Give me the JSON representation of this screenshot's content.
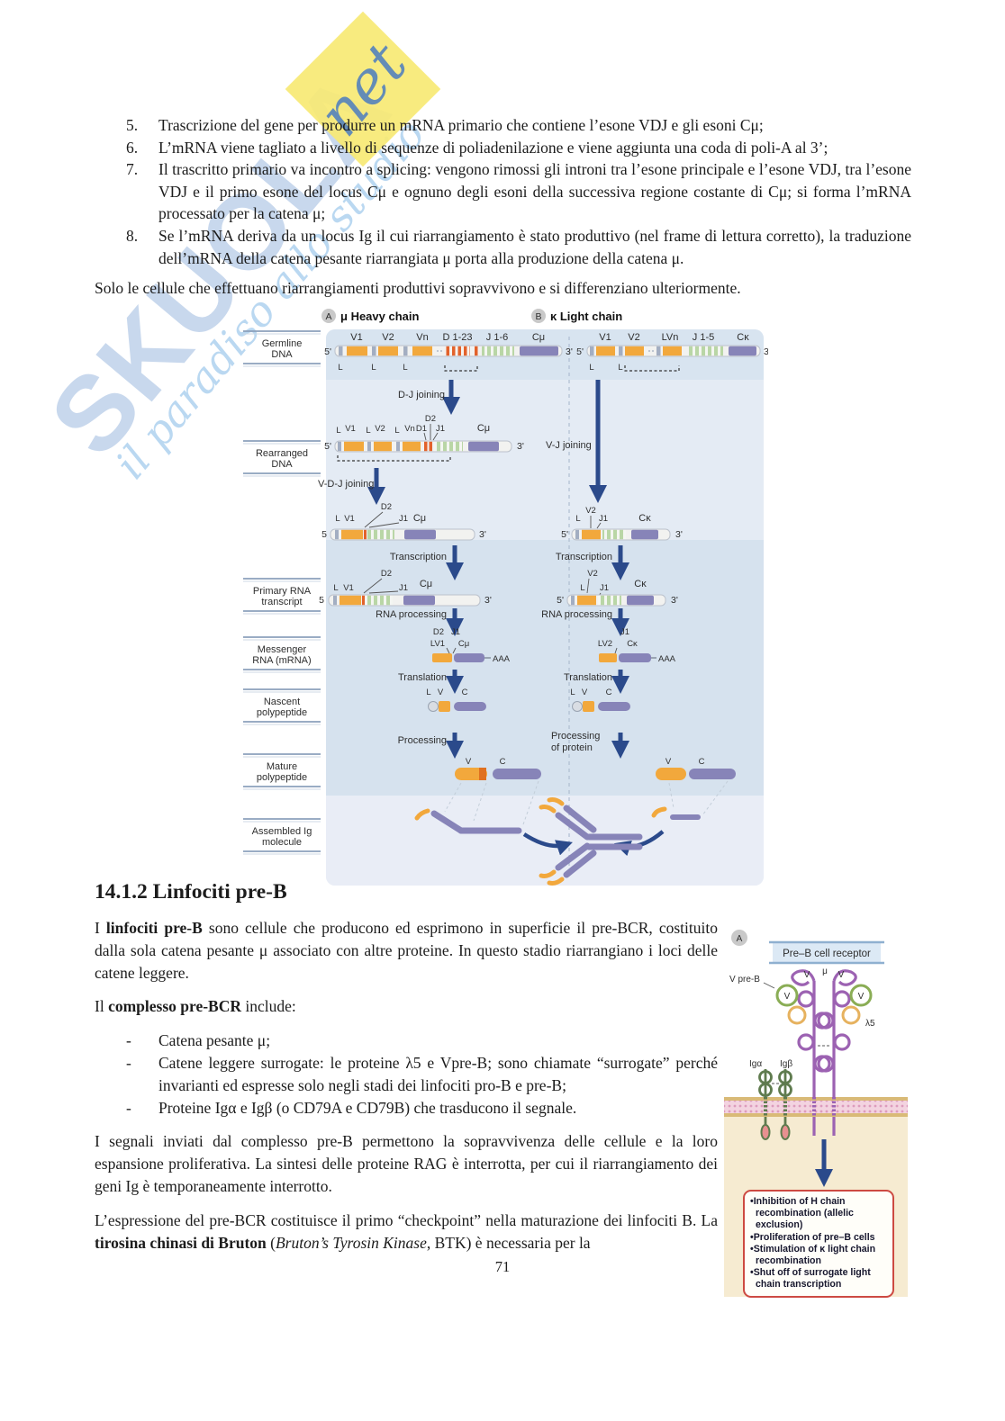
{
  "page": {
    "number": "71"
  },
  "watermark": {
    "brand": "SKUOLA",
    "net": "net",
    "tagline": "il paradiso allo studio"
  },
  "list": {
    "items": [
      {
        "num": "5.",
        "text": "Trascrizione del gene per produrre un mRNA primario che contiene l’esone VDJ e gli esoni Cμ;"
      },
      {
        "num": "6.",
        "text": "L’mRNA viene tagliato a livello di sequenze di poliadenilazione e viene aggiunta una coda di poli-A al 3’;"
      },
      {
        "num": "7.",
        "text": "Il trascritto primario va incontro a splicing: vengono rimossi gli introni tra l’esone principale e l’esone VDJ, tra l’esone VDJ e il primo esone del locus Cμ e ognuno degli esoni della successiva regione costante di Cμ; si forma l’mRNA processato per la catena μ;"
      },
      {
        "num": "8.",
        "text": "Se l’mRNA deriva da un locus Ig il cui riarrangiamento è stato produttivo (nel frame di lettura corretto), la traduzione dell’mRNA della catena pesante riarrangiata μ porta alla produzione della catena μ."
      }
    ]
  },
  "intro": "Solo le cellule che effettuano riarrangiamenti produttivi sopravvivono e si differenziano ulteriormente.",
  "f1": {
    "a": "A",
    "b": "B",
    "heavyTitle": "μ Heavy chain",
    "lightTitle": "κ Light chain",
    "rows": [
      [
        "Germline",
        "DNA"
      ],
      [
        "Rearranged",
        "DNA"
      ],
      [
        "Primary RNA",
        "transcript"
      ],
      [
        "Messenger",
        "RNA (mRNA)"
      ],
      [
        "Nascent",
        "polypeptide"
      ],
      [
        "Mature",
        "polypeptide"
      ],
      [
        "Assembled Ig",
        "molecule"
      ]
    ],
    "p5": "5'",
    "p3": "3'",
    "p5b": "5",
    "L": "L",
    "V": "V",
    "C": "C",
    "V1": "V1",
    "V2": "V2",
    "Vn": "Vn",
    "LVn": "LVn",
    "D123": "D 1-23",
    "J16": "J 1-6",
    "J15": "J 1-5",
    "Cmu": "Cμ",
    "Ck": "Cκ",
    "D1": "D1",
    "D2": "D2",
    "J1": "J1",
    "LV1": "LV1",
    "LV2": "LV2",
    "AAA": "AAA",
    "djJoin": "D-J joining",
    "vdjJoin": "V-D-J joining",
    "vjJoin": "V-J joining",
    "transcription": "Transcription",
    "rnaProc": "RNA processing",
    "translation": "Translation",
    "processing": "Processing",
    "procProt1": "Processing",
    "procProt2": "of protein"
  },
  "section": {
    "heading": "14.1.2 Linfociti pre-B",
    "p1": [
      {
        "t": "I "
      },
      {
        "t": "linfociti pre-B",
        "b": 1
      },
      {
        "t": " sono cellule che producono ed esprimono in superficie il pre-BCR, costituito dalla sola catena pesante μ associato con altre proteine. In questo stadio riarrangiano i loci delle catene leggere."
      }
    ],
    "p2": [
      {
        "t": "Il "
      },
      {
        "t": "complesso pre-BCR",
        "b": 1
      },
      {
        "t": " include:"
      }
    ],
    "bullets": [
      {
        "m": "-",
        "runs": [
          {
            "t": "Catena pesante μ;"
          }
        ]
      },
      {
        "m": "-",
        "runs": [
          {
            "t": "Catene leggere surrogate: le proteine λ5 e Vpre-B; sono chiamate “surrogate” perché invarianti ed espresse solo negli stadi dei linfociti pro-B e pre-B;"
          }
        ]
      },
      {
        "m": "-",
        "runs": [
          {
            "t": "Proteine Igα e Igβ (o CD79A e CD79B) che trasducono il segnale."
          }
        ]
      }
    ],
    "p3": [
      {
        "t": "I segnali inviati dal complesso pre-B permettono la sopravvivenza delle cellule e la loro espansione proliferativa. La sintesi delle proteine RAG è interrotta, per cui il riarrangiamento dei geni Ig è temporaneamente interrotto."
      }
    ],
    "p4": [
      {
        "t": "L’espressione del pre-BCR costituisce il primo “checkpoint” nella maturazione dei linfociti B. La "
      },
      {
        "t": "tirosina chinasi di Bruton",
        "b": 1
      },
      {
        "t": " ("
      },
      {
        "t": "Bruton’s Tyrosin Kinase",
        "i": 1
      },
      {
        "t": ", BTK) è necessaria per la"
      }
    ]
  },
  "f2": {
    "panel": "A",
    "title": "Pre–B cell receptor",
    "vpreb": "V pre-B",
    "v": "V",
    "mu": "μ",
    "l5": "λ5",
    "iga": "Igα",
    "igb": "Igβ",
    "outcomes": [
      "Inhibition of H chain recombination (allelic exclusion)",
      "Proliferation of pre–B cells",
      "Stimulation of κ light chain recombination",
      "Shut off of surrogate light chain transcription"
    ]
  }
}
